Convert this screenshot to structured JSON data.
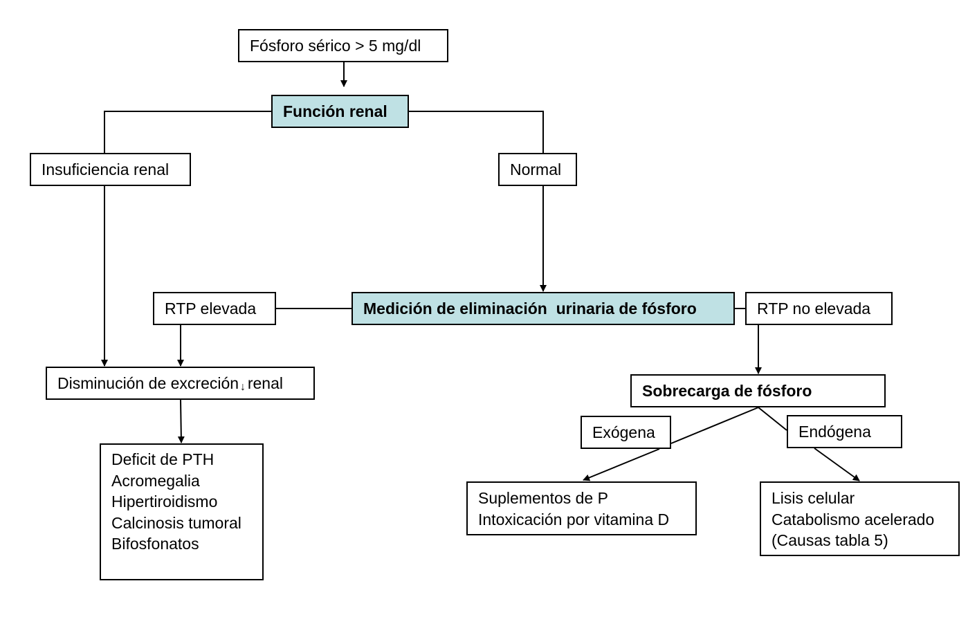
{
  "nodes": {
    "fosforo_serico": "Fósforo sérico > 5 mg/dl",
    "funcion_renal": "Función renal",
    "insuficiencia_renal": "Insuficiencia renal",
    "normal": "Normal",
    "rtp_elevada": "RTP elevada",
    "medicion": "Medición de eliminación  urinaria de fósforo",
    "rtp_no_elevada": "RTP no elevada",
    "disminucion": "Disminución de excreción  renal",
    "sobrecarga": "Sobrecarga de fósforo",
    "exogena": "Exógena",
    "endogena": "Endógena",
    "causas_disminucion": [
      "Deficit de PTH",
      "Acromegalia",
      "Hipertiroidismo",
      "Calcinosis tumoral",
      "Bifosfonatos"
    ],
    "causas_exogena": [
      "Suplementos de P",
      "Intoxicación por vitamina D"
    ],
    "causas_endogena": [
      "Lisis celular",
      "Catabolismo acelerado",
      "(Causas tabla 5)"
    ]
  },
  "colors": {
    "highlight_fill": "#bfe1e4",
    "stroke": "#000000"
  },
  "connectors": [
    {
      "from": "fosforo_serico",
      "to": "funcion_renal",
      "arrow": true
    },
    {
      "from": "funcion_renal",
      "to": "insuficiencia_renal",
      "arrow": false
    },
    {
      "from": "funcion_renal",
      "to": "normal",
      "arrow": false
    },
    {
      "from": "normal",
      "to": "medicion",
      "arrow": true
    },
    {
      "from": "insuficiencia_renal",
      "to": "disminucion",
      "arrow": true
    },
    {
      "from": "medicion",
      "to": "rtp_elevada",
      "arrow": false
    },
    {
      "from": "rtp_elevada",
      "to": "disminucion",
      "arrow": true
    },
    {
      "from": "medicion",
      "to": "rtp_no_elevada",
      "arrow": false
    },
    {
      "from": "rtp_no_elevada",
      "to": "sobrecarga",
      "arrow": true
    },
    {
      "from": "disminucion",
      "to": "causas_disminucion",
      "arrow": true
    },
    {
      "from": "sobrecarga",
      "to": "causas_exogena",
      "arrow": true,
      "label": "exogena"
    },
    {
      "from": "sobrecarga",
      "to": "causas_endogena",
      "arrow": true,
      "label": "endogena"
    }
  ]
}
